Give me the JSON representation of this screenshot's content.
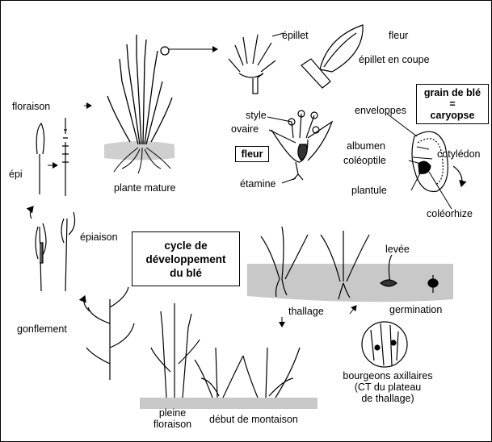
{
  "title": {
    "line1": "cycle de",
    "line2": "développement",
    "line3": "du blé"
  },
  "grain_box": {
    "line1": "grain de blé",
    "line2": "=",
    "line3": "caryopse"
  },
  "fleur_box": "fleur",
  "labels": {
    "epillet": "épillet",
    "fleur": "fleur",
    "epillet_coupe": "épillet en coupe",
    "floraison": "floraison",
    "epi": "épi",
    "plante_mature": "plante mature",
    "style": "style",
    "ovaire": "ovaire",
    "etamine": "étamine",
    "enveloppes": "enveloppes",
    "albumen": "albumen",
    "coleoptile": "coléoptile",
    "cotyledon": "cotylédon",
    "plantule": "plantule",
    "coleorhize": "coléorhize",
    "epiaison": "épiaison",
    "gonflement": "gonflement",
    "levee": "levée",
    "thallage": "thallage",
    "germination": "germination",
    "bourgeons_line1": "bourgeons axillaires",
    "bourgeons_line2": "(CT du plateau",
    "bourgeons_line3": "de thallage)",
    "pleine_line1": "pleine",
    "pleine_line2": "floraison",
    "debut_montaison": "début de montaison"
  }
}
